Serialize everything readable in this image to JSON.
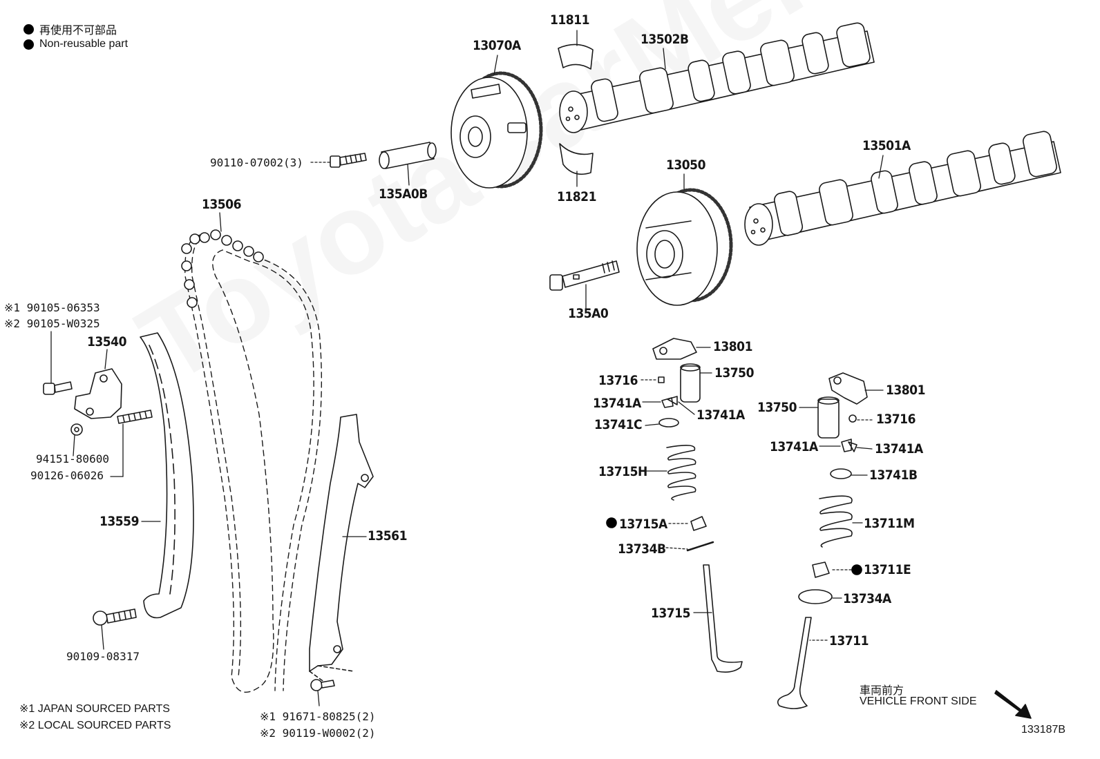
{
  "legend": {
    "items": [
      {
        "symbol": "filled-dot",
        "text": "再使用不可部品"
      },
      {
        "symbol": "filled-dot",
        "text": "Non-reusable part"
      }
    ]
  },
  "watermark": "ToyotaCarMe.ru",
  "parts": {
    "p13070A": "13070A",
    "p11811": "11811",
    "p13502B": "13502B",
    "p90110": "90110-07002(3)",
    "p135A0B": "135A0B",
    "p11821": "11821",
    "p13501A": "13501A",
    "p13050": "13050",
    "p13506": "13506",
    "p135A0": "135A0",
    "p9010506353": "※1 90105-06353",
    "p90105W0325": "※2 90105-W0325",
    "p13540": "13540",
    "p94151": "94151-80600",
    "p90126": "90126-06026",
    "p13559": "13559",
    "p13561": "13561",
    "p90109": "90109-08317",
    "p91671": "※1 91671-80825(2)",
    "p90119": "※2 90119-W0002(2)",
    "p13801_l": "13801",
    "p13716_l": "13716",
    "p13750_l": "13750",
    "p13741A_l1": "13741A",
    "p13741A_l2": "13741A",
    "p13741C": "13741C",
    "p13715H": "13715H",
    "p13715A": "13715A",
    "p13734B": "13734B",
    "p13715": "13715",
    "p13801_r": "13801",
    "p13750_r": "13750",
    "p13716_r": "13716",
    "p13741A_r1": "13741A",
    "p13741A_r2": "13741A",
    "p13741B": "13741B",
    "p13711M": "13711M",
    "p13711E": "13711E",
    "p13734A": "13734A",
    "p13711": "13711"
  },
  "notes": {
    "japan": "※1 JAPAN SOURCED PARTS",
    "local": "※2 LOCAL SOURCED PARTS",
    "front_jp": "車両前方",
    "front_en": "VEHICLE FRONT SIDE",
    "diagram_id": "133187B"
  }
}
